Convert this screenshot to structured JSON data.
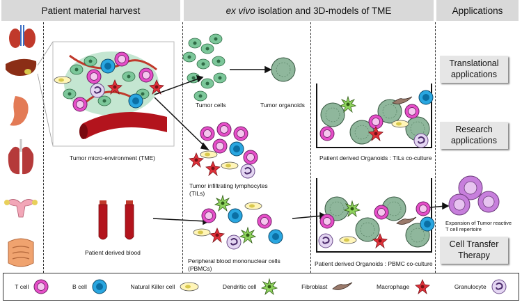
{
  "headers": {
    "harvest": "Patient material harvest",
    "ex_vivo_italic": "ex vivo",
    "isolation": "isolation and 3D-models of TME",
    "applications": "Applications"
  },
  "labels": {
    "tme": "Tumor micro-environment (TME)",
    "tumor_cells": "Tumor cells",
    "tumor_organoids": "Tumor organoids",
    "tils_line1": "Tumor  infiltrating lymphocytes",
    "tils_line2": "(TILs)",
    "patient_blood": "Patient derived blood",
    "pbmc_line1": "Peripheral blood mononuclear cells",
    "pbmc_line2": "(PBMCs)",
    "til_coculture": "Patient derived Organoids : TILs co-culture",
    "pbmc_coculture": "Patient derived Organoids : PBMC  co-culture",
    "expansion_line1": "Expansion of Tumor reactive",
    "expansion_line2": "T cell repertoire"
  },
  "applications": {
    "translational_line1": "Translational",
    "translational_line2": "applications",
    "research_line1": "Research",
    "research_line2": "applications",
    "transfer_line1": "Cell Transfer",
    "transfer_line2": "Therapy"
  },
  "legend": [
    {
      "label": "T cell",
      "icon": "t-cell-icon"
    },
    {
      "label": "B cell",
      "icon": "b-cell-icon"
    },
    {
      "label": "Natural Killer cell",
      "icon": "nk-cell-icon"
    },
    {
      "label": "Dendritic cell",
      "icon": "dendritic-cell-icon"
    },
    {
      "label": "Fibroblast",
      "icon": "fibroblast-icon"
    },
    {
      "label": "Macrophage",
      "icon": "macrophage-icon"
    },
    {
      "label": "Granulocyte",
      "icon": "granulocyte-icon"
    }
  ],
  "colors": {
    "header_bg": "#d9d9d9",
    "t_cell": "#e64ec8",
    "b_cell": "#29a6e0",
    "tumor": "#7cc79a",
    "blood": "#b3141d",
    "macrophage": "#e0313a"
  }
}
